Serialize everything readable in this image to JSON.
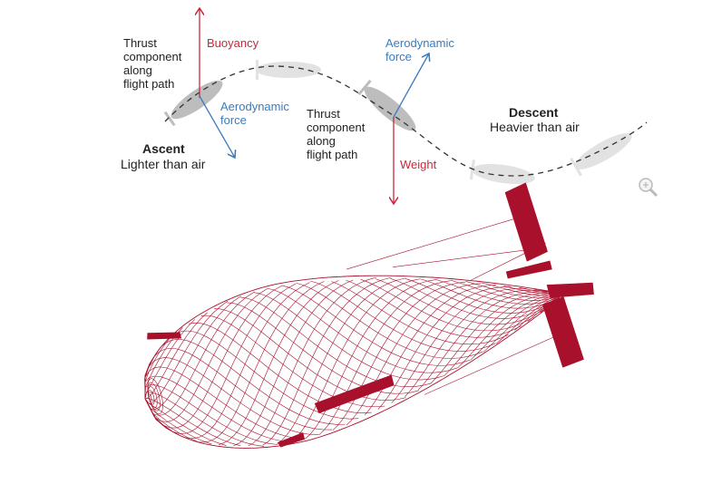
{
  "labels": {
    "thrust_left": [
      "Thrust",
      "component",
      "along",
      "flight path"
    ],
    "buoyancy": "Buoyancy",
    "aero_left": [
      "Aerodynamic",
      "force"
    ],
    "ascent_title": "Ascent",
    "ascent_sub": "Lighter than air",
    "thrust_mid": [
      "Thrust",
      "component",
      "along",
      "flight path"
    ],
    "weight": "Weight",
    "aero_right": [
      "Aerodynamic",
      "force"
    ],
    "descent_title": "Descent",
    "descent_sub": "Heavier than air"
  },
  "colors": {
    "red": "#c8283c",
    "blue": "#3a7bbd",
    "airship": "#a8102c",
    "dark_hull": "#bdbdbd",
    "light_hull": "#e2e2e2"
  },
  "icons": {
    "zoom": "zoom-in-icon"
  }
}
